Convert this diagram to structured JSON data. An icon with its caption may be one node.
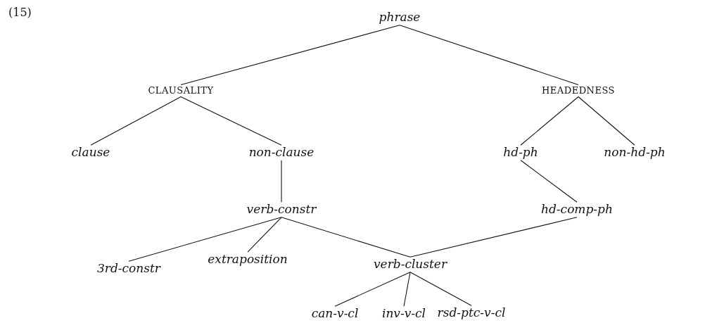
{
  "diagram": {
    "nodes": [
      {
        "text": [
          "phrase"
        ]
      },
      {
        "text": [
          "CLAUSALITY"
        ]
      },
      {
        "text": [
          "HEADEDNESS"
        ]
      },
      {
        "text": [
          "clause"
        ]
      },
      {
        "text": [
          "non-clause"
        ]
      },
      {
        "text": [
          "hd-ph"
        ]
      },
      {
        "text": [
          "non-hd-ph"
        ]
      },
      {
        "text": [
          "verb-constr"
        ]
      },
      {
        "text": [
          "hd-comp-ph"
        ]
      },
      {
        "text": [
          "3rd-constr"
        ]
      },
      {
        "text": [
          "extraposition"
        ]
      },
      {
        "text": [
          "verb-cluster"
        ]
      },
      {
        "text": [
          "can-v-cl"
        ]
      },
      {
        "text": [
          "inv-v-cl"
        ]
      },
      {
        "text": [
          "rsd-ptc-v-cl"
        ]
      }
    ],
    "edges": [
      {
        "from": 0,
        "to": 1,
        "arrow": "none"
      },
      {
        "from": 0,
        "to": 2,
        "arrow": "none"
      },
      {
        "from": 1,
        "to": 3,
        "arrow": "none"
      },
      {
        "from": 1,
        "to": 4,
        "arrow": "none"
      },
      {
        "from": 2,
        "to": 5,
        "arrow": "none"
      },
      {
        "from": 2,
        "to": 6,
        "arrow": "none"
      },
      {
        "from": 4,
        "to": 7,
        "arrow": "none"
      },
      {
        "from": 5,
        "to": 8,
        "arrow": "none"
      },
      {
        "from": 7,
        "to": 9,
        "arrow": "none"
      },
      {
        "from": 7,
        "to": 10,
        "arrow": "none"
      },
      {
        "from": 7,
        "to": 11,
        "arrow": "none"
      },
      {
        "from": 8,
        "to": 11,
        "arrow": "none"
      },
      {
        "from": 11,
        "to": 12,
        "arrow": "none"
      },
      {
        "from": 11,
        "to": 13,
        "arrow": "none"
      },
      {
        "from": 11,
        "to": 14,
        "arrow": "none"
      }
    ],
    "labels": [
      "(15)"
    ]
  }
}
